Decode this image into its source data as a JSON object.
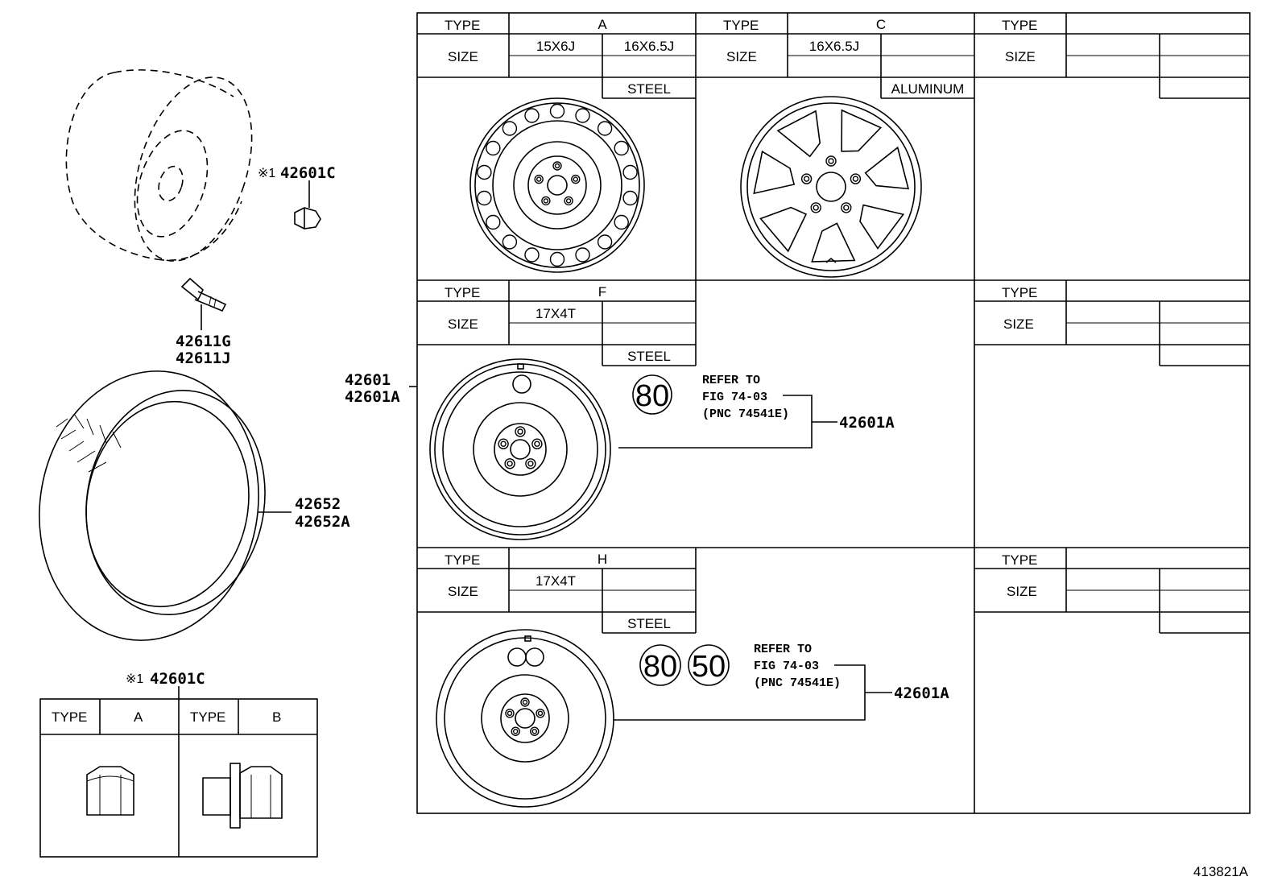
{
  "parts": {
    "nut_callout": "42601C",
    "nut_note_mark": "※1",
    "valve_1": "42611G",
    "valve_2": "42611J",
    "tire_1": "42652",
    "tire_2": "42652A",
    "wheel_1": "42601",
    "wheel_2": "42601A",
    "spare_callout_f": "42601A",
    "spare_callout_h": "42601A"
  },
  "wheel_tables": {
    "type_label": "TYPE",
    "size_label": "SIZE",
    "a": {
      "type": "A",
      "size_1": "15X6J",
      "size_2": "16X6.5J",
      "material": "STEEL"
    },
    "c": {
      "type": "C",
      "size_1": "16X6.5J",
      "material": "ALUMINUM"
    },
    "f": {
      "type": "F",
      "size_1": "17X4T",
      "material": "STEEL"
    },
    "h": {
      "type": "H",
      "size_1": "17X4T",
      "material": "STEEL"
    }
  },
  "references": {
    "f": {
      "speed_1": "80",
      "line_1": "REFER TO",
      "line_2": "FIG 74-03",
      "line_3": "(PNC 74541E)"
    },
    "h": {
      "speed_1": "80",
      "speed_2": "50",
      "line_1": "REFER TO",
      "line_2": "FIG 74-03",
      "line_3": "(PNC 74541E)"
    }
  },
  "nut_table": {
    "type_label": "TYPE",
    "type_a": "A",
    "type_b": "B"
  },
  "figure_id": "413821A"
}
